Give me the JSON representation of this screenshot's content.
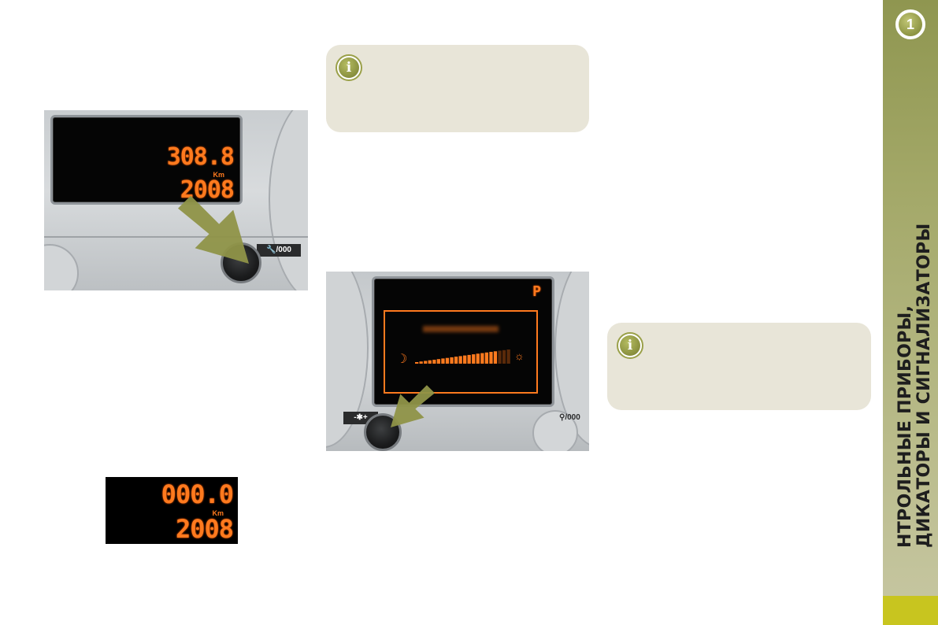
{
  "chapter": {
    "number": "1",
    "title_line1": "НТРОЛЬНЫЕ ПРИБОРЫ,",
    "title_line2": "ДИКАТОРЫ И СИГНАЛИЗАТОРЫ",
    "accent_color": "#9ea05a",
    "page_tab_color": "#c8c51f"
  },
  "photo_service": {
    "distance": "308.8",
    "unit": "Km",
    "year": "2008",
    "button_label": "/000",
    "button_icon": "wrench-icon"
  },
  "photo_brightness": {
    "gear": "P",
    "moon_icon": "moon-icon",
    "sun_icon": "sun-icon",
    "brightness_level": 0.85,
    "button_label": "-✱+",
    "other_button_label": "/000"
  },
  "display_reset": {
    "distance": "000.0",
    "unit": "Km",
    "year": "2008"
  },
  "info_icon": "i",
  "info_boxes": [
    {
      "icon": "info-icon"
    },
    {
      "icon": "info-icon"
    }
  ]
}
